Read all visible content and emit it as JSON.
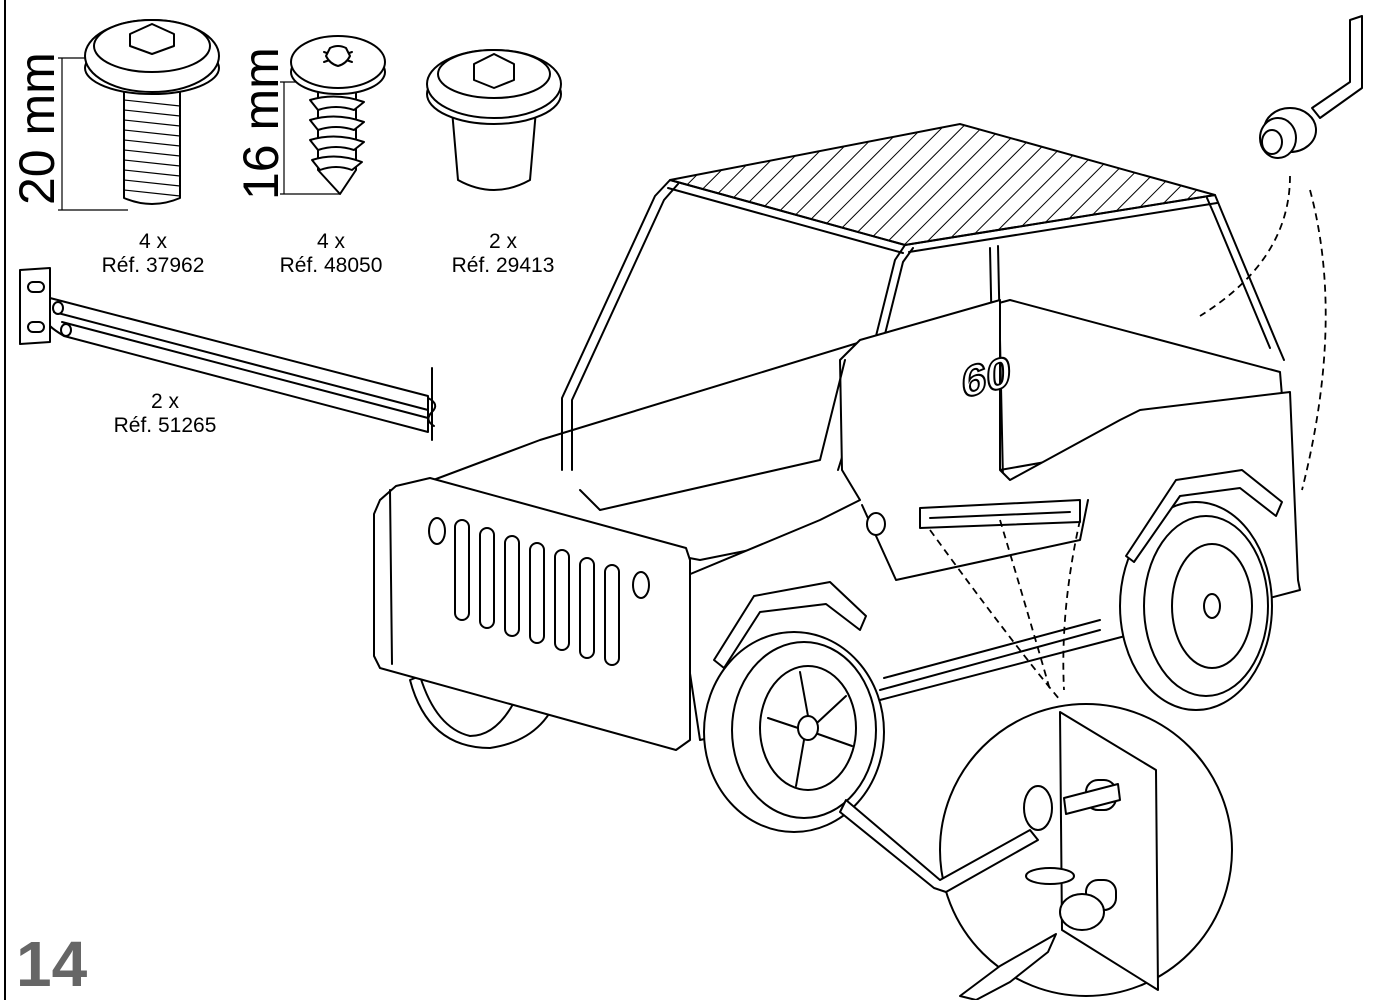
{
  "step_number": "14",
  "parts": [
    {
      "id": "screw-20mm",
      "length": "20 mm",
      "qty": "4 x",
      "ref": "Réf. 37962",
      "icon": "hex-socket-screw-icon"
    },
    {
      "id": "screw-16mm",
      "length": "16 mm",
      "qty": "4 x",
      "ref": "Réf. 48050",
      "icon": "phillips-wood-screw-icon"
    },
    {
      "id": "barrel-nut",
      "length": "",
      "qty": "2 x",
      "ref": "Réf. 29413",
      "icon": "barrel-nut-icon"
    },
    {
      "id": "bed-rail",
      "length": "",
      "qty": "2 x",
      "ref": "Réf. 51265",
      "icon": "metal-rail-icon"
    }
  ],
  "illustration": {
    "car_number": "60",
    "tools": [
      "allen-key-icon",
      "screwdriver-icon"
    ]
  },
  "colors": {
    "line": "#000000",
    "step_number": "#666666",
    "background": "#ffffff"
  }
}
